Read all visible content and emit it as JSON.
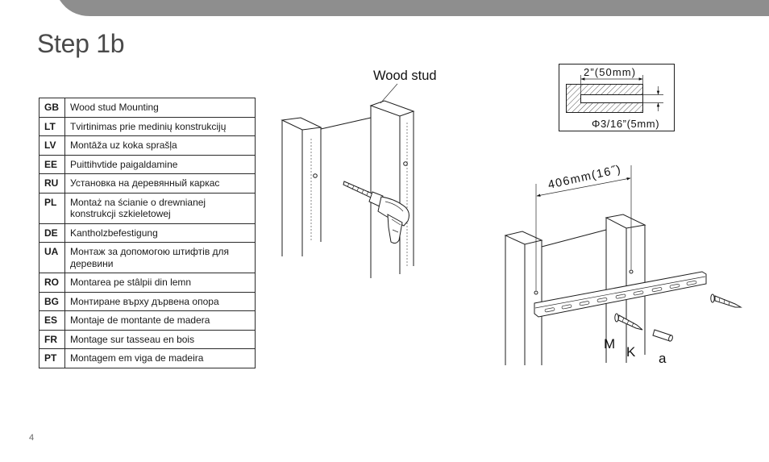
{
  "colors": {
    "header_bar": "#8e8e8e",
    "title": "#4a4a4a",
    "line_art": "#1e1e1e"
  },
  "title": "Step 1b",
  "languages_table": {
    "rows": [
      {
        "code": "GB",
        "text": "Wood stud Mounting"
      },
      {
        "code": "LT",
        "text": "Tvirtinimas prie medinių konstrukcijų"
      },
      {
        "code": "LV",
        "text": "Montāža uz koka sprašļa"
      },
      {
        "code": "EE",
        "text": "Puittihvtide paigaldamine"
      },
      {
        "code": "RU",
        "text": "Установка на деревянный каркас"
      },
      {
        "code": "PL",
        "text": "Montaż na ścianie o drewnianej konstrukcji szkieletowej"
      },
      {
        "code": "DE",
        "text": "Kantholzbefestigung"
      },
      {
        "code": "UA",
        "text": "Монтаж за допомогою штифтів для деревини"
      },
      {
        "code": "RO",
        "text": "Montarea pe stâlpii din lemn"
      },
      {
        "code": "BG",
        "text": "Монтиране върху дървена опора"
      },
      {
        "code": "ES",
        "text": "Montaje de montante de madera"
      },
      {
        "code": "FR",
        "text": "Montage sur tasseau en bois"
      },
      {
        "code": "PT",
        "text": "Montagem em viga de madeira"
      }
    ]
  },
  "figures": {
    "drill_diagram": {
      "label": "Wood stud"
    },
    "cross_section": {
      "depth_label": "2”(50mm)",
      "diameter_label": "Φ3/16”(5mm)"
    },
    "mounting_diagram": {
      "spacing_label": "406mm(16˝)",
      "parts": [
        "M",
        "K",
        "a"
      ]
    }
  },
  "page_number": "4"
}
